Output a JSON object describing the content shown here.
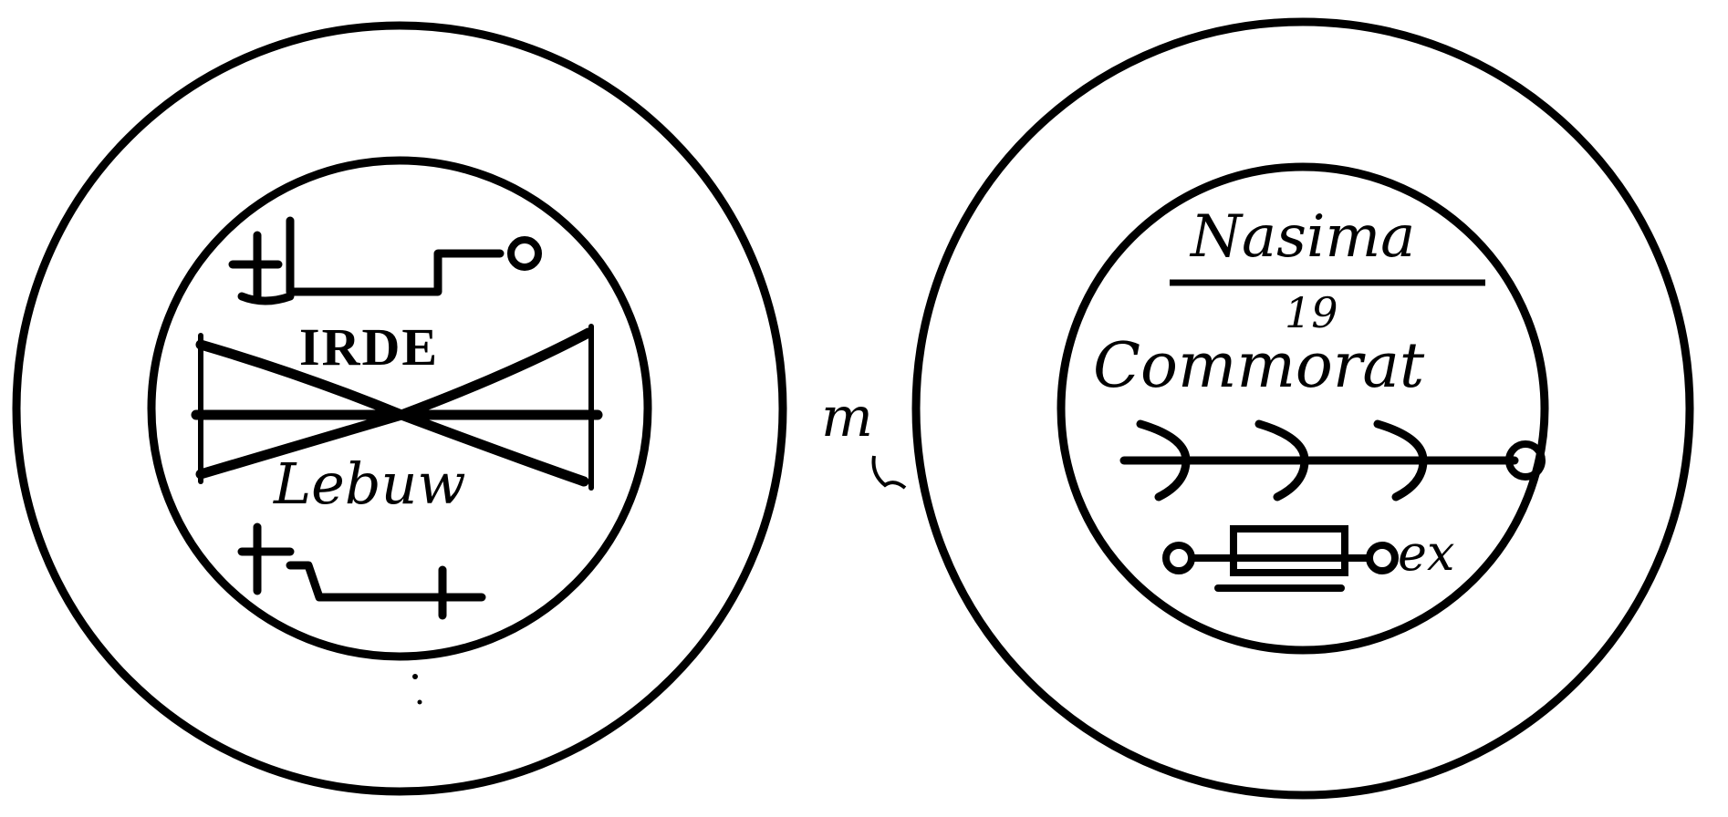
{
  "left_seal": {
    "upper_word": "IRDE",
    "lower_word": "Lebuw"
  },
  "right_seal": {
    "top_word": "Nasima",
    "number": "19",
    "middle_word": "Commorat",
    "suffix": "ex"
  },
  "between_seals": {
    "glyph": "m"
  },
  "colors": {
    "ink": "#000000",
    "paper": "#ffffff"
  }
}
